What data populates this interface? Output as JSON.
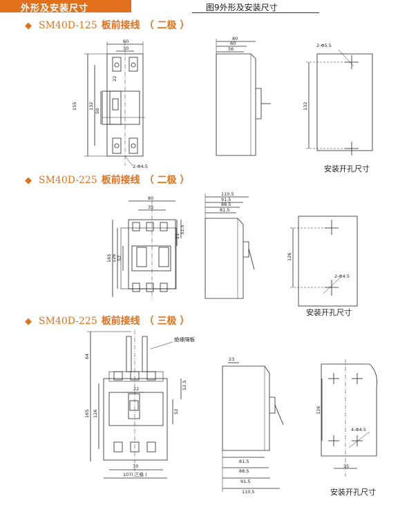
{
  "header": {
    "tab_label": "外形及安装尺寸"
  },
  "figure_caption": "图9外形及安装尺寸",
  "sections": [
    {
      "model": "SM40D-125",
      "desc": "板前接线",
      "poles": "（ 二极 ）"
    },
    {
      "model": "SM40D-225",
      "desc": "板前接线",
      "poles": "（ 二极 ）"
    },
    {
      "model": "SM40D-225",
      "desc": "板前接线",
      "poles": "（ 三极 ）"
    }
  ],
  "hole_caption": "安装开孔尺寸",
  "partition_label": "绝缘隔板",
  "dims_125": {
    "front": {
      "w60": "60",
      "w30": "30",
      "h155": "155",
      "h132": "132",
      "h50": "50",
      "h22": "22",
      "holes": "2-Φ4.5"
    },
    "side": {
      "d80": "80",
      "d60": "60",
      "d56": "56"
    },
    "cutout": {
      "holes": "2-Φ5.5",
      "h132": "132"
    }
  },
  "dims_225_2p": {
    "front": {
      "w80": "80",
      "w35": "35",
      "h165": "165",
      "h126": "126",
      "h52": "52",
      "h31_5": "31.5",
      "h21": "21"
    },
    "side": {
      "d110_5": "110.5",
      "d91_5": "91.5",
      "d88_5": "88.5",
      "d81_5": "81.5"
    },
    "cutout": {
      "holes": "2-Φ4.5",
      "h126": "126"
    }
  },
  "dims_225_3p": {
    "front": {
      "h64": "64",
      "h52_5": "52.5",
      "h165": "165",
      "h126": "126",
      "h52": "52",
      "w22": "22",
      "w70": "70",
      "w107": "107( 三极 )"
    },
    "side": {
      "d23": "23",
      "d81_5": "81.5",
      "d88_5": "88.5",
      "d91_5": "91.5",
      "d110_5": "110.5"
    },
    "cutout": {
      "holes": "4-Φ4.5",
      "h126": "126",
      "w35": "35"
    }
  }
}
